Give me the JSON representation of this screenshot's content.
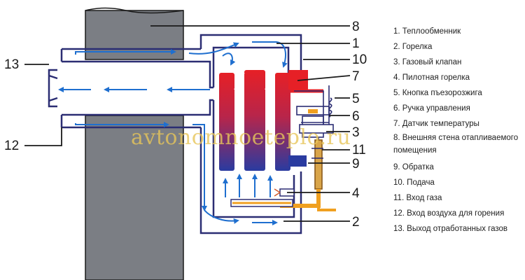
{
  "callouts": {
    "n1": "1",
    "n2": "2",
    "n3": "3",
    "n4": "4",
    "n5": "5",
    "n6": "6",
    "n7": "7",
    "n8": "8",
    "n9": "9",
    "n10": "10",
    "n11": "11",
    "n12": "12",
    "n13": "13"
  },
  "legend": [
    "1.  Теплообменник",
    "2.  Горелка",
    "3.  Газовый клапан",
    "4.  Пилотная горелка",
    "5.  Кнопка пъезорозжига",
    "6.  Ручка управления",
    "7.  Датчик температуры",
    "8.  Внешняя стена отапливаемого помещения",
    "9.   Обратка",
    "10.  Подача",
    "11.  Вход газа",
    "12.  Вход воздуха для горения",
    "13.  Выход отработанных газов"
  ],
  "watermark": "avtonomnoeteplo.ru",
  "colors": {
    "wall": "#7b7e84",
    "outline": "#2b2d73",
    "hot": "#e62026",
    "cold": "#2a3ba0",
    "gas_pipe": "#f0a020",
    "flow_arrows": "#1f6fcf",
    "watermark": "#e7c65a"
  }
}
